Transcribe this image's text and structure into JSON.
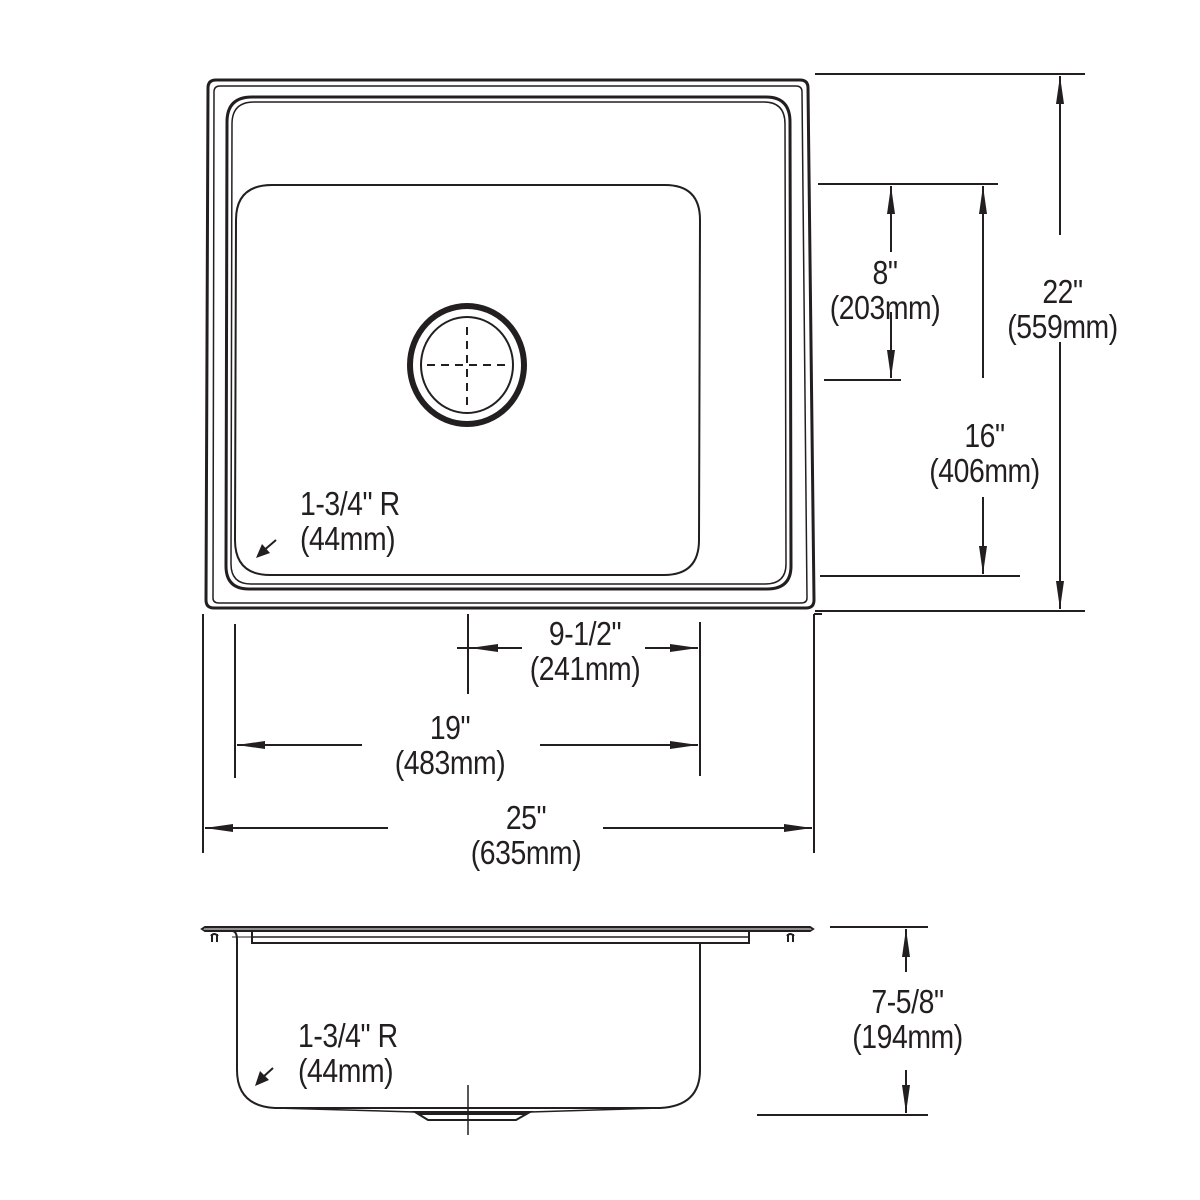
{
  "diagram": {
    "subject": "Single bowl drop-in sink dimension drawing",
    "colors": {
      "line": "#231f20",
      "background": "#ffffff"
    },
    "top_view": {
      "corner_radius": {
        "imperial": "1-3/4\" R",
        "metric": "(44mm)"
      },
      "dimensions": {
        "overall_depth": {
          "imperial": "22\"",
          "metric": "(559mm)"
        },
        "bowl_depth": {
          "imperial": "16\"",
          "metric": "(406mm)"
        },
        "drain_from_back": {
          "imperial": "8\"",
          "metric": "(203mm)"
        },
        "drain_to_bowl_edge": {
          "imperial": "9-1/2\"",
          "metric": "(241mm)"
        },
        "bowl_width": {
          "imperial": "19\"",
          "metric": "(483mm)"
        },
        "overall_width": {
          "imperial": "25\"",
          "metric": "(635mm)"
        }
      }
    },
    "side_view": {
      "corner_radius": {
        "imperial": "1-3/4\" R",
        "metric": "(44mm)"
      },
      "dimensions": {
        "bowl_height": {
          "imperial": "7-5/8\"",
          "metric": "(194mm)"
        }
      }
    }
  }
}
